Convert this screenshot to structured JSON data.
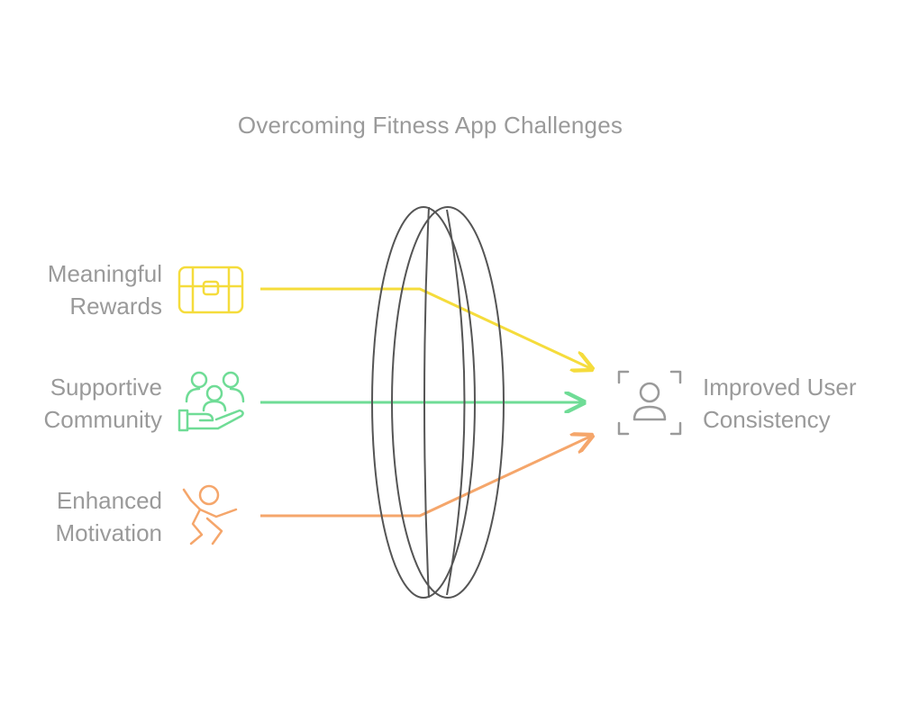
{
  "title": "Overcoming Fitness App Challenges",
  "inputs": [
    {
      "line1": "Meaningful",
      "line2": "Rewards",
      "icon": "treasure-chest-icon",
      "color": "#f5dc3c"
    },
    {
      "line1": "Supportive",
      "line2": "Community",
      "icon": "community-hand-icon",
      "color": "#6fdc96"
    },
    {
      "line1": "Enhanced",
      "line2": "Motivation",
      "icon": "running-person-icon",
      "color": "#f5a66b"
    }
  ],
  "output": {
    "line1": "Improved User",
    "line2": "Consistency",
    "icon": "user-focus-icon",
    "color": "#9a9a9a"
  },
  "lens": {
    "stroke": "#555555"
  }
}
